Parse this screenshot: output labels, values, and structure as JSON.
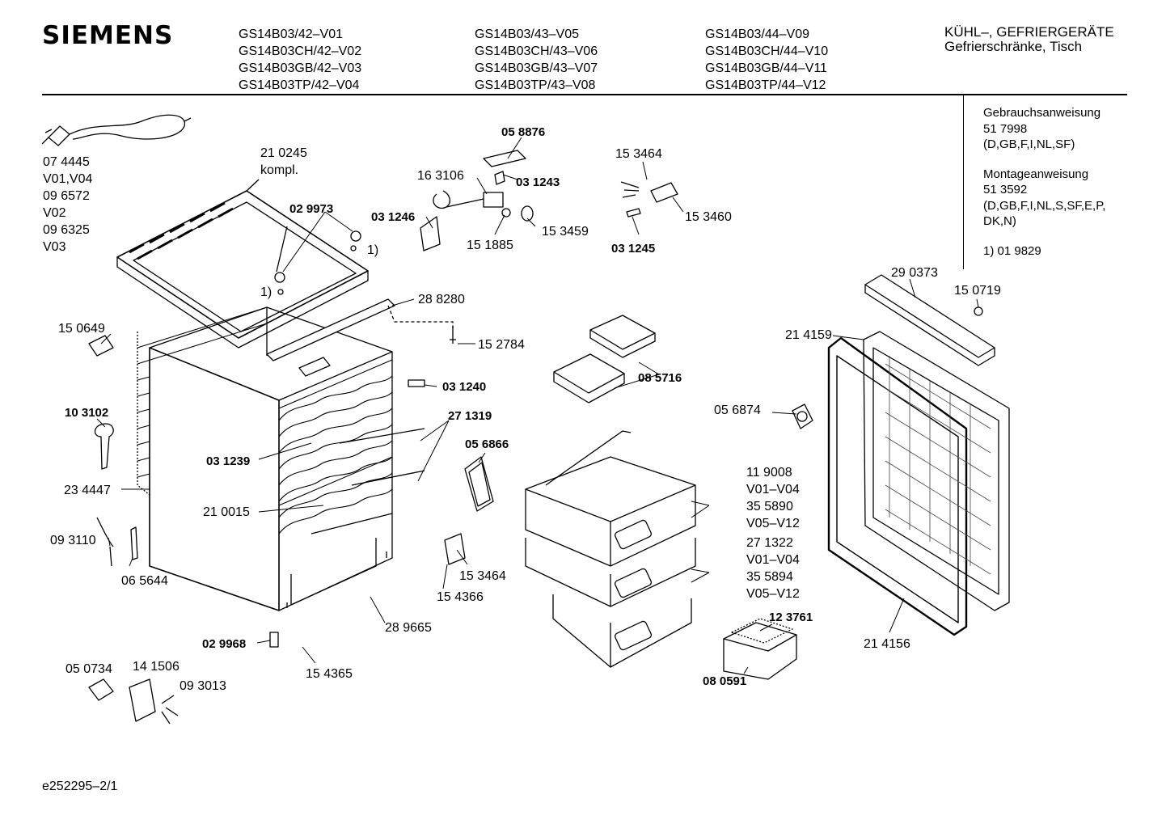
{
  "brand": "SIEMENS",
  "models": {
    "col1": [
      "GS14B03/42–V01",
      "GS14B03CH/42–V02",
      "GS14B03GB/42–V03",
      "GS14B03TP/42–V04"
    ],
    "col2": [
      "GS14B03/43–V05",
      "GS14B03CH/43–V06",
      "GS14B03GB/43–V07",
      "GS14B03TP/43–V08"
    ],
    "col3": [
      "GS14B03/44–V09",
      "GS14B03CH/44–V10",
      "GS14B03GB/44–V11",
      "GS14B03TP/44–V12"
    ]
  },
  "category": {
    "line1": "KÜHL–, GEFRIERGERÄTE",
    "line2": "Gefrierschränke, Tisch"
  },
  "docs": {
    "manual_title": "Gebrauchsanweisung",
    "manual_number": "51 7998",
    "manual_languages": "(D,GB,F,I,NL,SF)",
    "install_title": "Montageanweisung",
    "install_number": "51 3592",
    "install_languages_1": "(D,GB,F,I,NL,S,SF,E,P,",
    "install_languages_2": "DK,N)",
    "footnote": "1)  01 9829"
  },
  "footer": "e252295–2/1",
  "labels": {
    "cord": "07 4445",
    "cord_v1": "V01,V04",
    "cord2": "09 6572",
    "cord_v2": "V02",
    "cord3": "09 6325",
    "cord_v3": "V03",
    "top": "21 0245",
    "top_kompl": "kompl.",
    "p029973": "02 9973",
    "fn1a": "1)",
    "fn1b": "1)",
    "p058876": "05 8876",
    "p163106": "16 3106",
    "p031243": "03 1243",
    "p031246": "03 1246",
    "p151885": "15 1885",
    "p153459": "15 3459",
    "p153464a": "15 3464",
    "p153460": "15 3460",
    "p031245": "03 1245",
    "p288280": "28 8280",
    "p152784": "15 2784",
    "p150649": "15 0649",
    "p031240": "03 1240",
    "p085716": "08 5716",
    "p103102": "10 3102",
    "p271319": "27 1319",
    "p031239": "03 1239",
    "p056866": "05 6866",
    "p234447": "23 4447",
    "p210015": "21 0015",
    "p093110": "09 3110",
    "p065644": "06 5644",
    "p153464b": "15 3464",
    "p154366": "15 4366",
    "p289665": "28 9665",
    "p029968": "02 9968",
    "p154365": "15 4365",
    "p050734": "05 0734",
    "p141506": "14 1506",
    "p093013": "09 3013",
    "p290373": "29 0373",
    "p150719": "15 0719",
    "p214159": "21 4159",
    "p056874": "05 6874",
    "p119008": "11 9008",
    "v0104a": "V01–V04",
    "p355890": "35 5890",
    "v0512a": "V05–V12",
    "p271322": "27 1322",
    "v0104b": "V01–V04",
    "p355894": "35 5894",
    "v0512b": "V05–V12",
    "p123761": "12 3761",
    "p080591": "08 0591",
    "p214156": "21 4156"
  }
}
